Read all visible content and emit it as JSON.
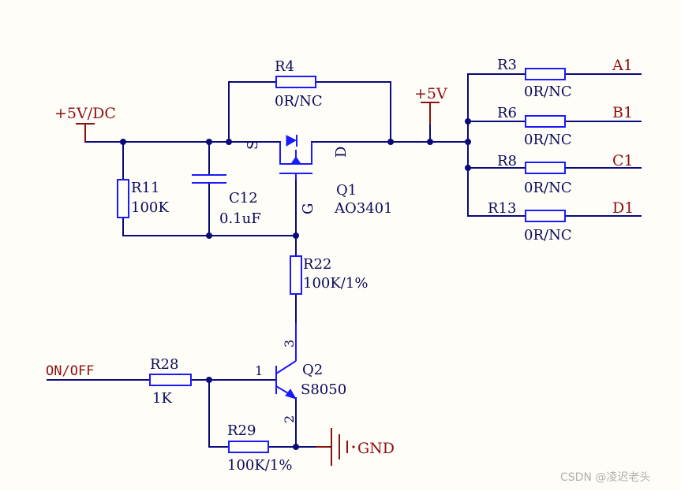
{
  "nets": {
    "vin": "+5V/DC",
    "vout": "+5V",
    "gnd": "GND",
    "onoff": "ON/OFF",
    "a1": "A1",
    "b1": "B1",
    "c1": "C1",
    "d1": "D1"
  },
  "parts": {
    "r4": {
      "ref": "R4",
      "value": "0R/NC"
    },
    "r3": {
      "ref": "R3",
      "value": "0R/NC"
    },
    "r6": {
      "ref": "R6",
      "value": "0R/NC"
    },
    "r8": {
      "ref": "R8",
      "value": "0R/NC"
    },
    "r13": {
      "ref": "R13",
      "value": "0R/NC"
    },
    "r11": {
      "ref": "R11",
      "value": "100K"
    },
    "c12": {
      "ref": "C12",
      "value": "0.1uF"
    },
    "q1": {
      "ref": "Q1",
      "value": "AO3401",
      "pin_s": "S",
      "pin_d": "D",
      "pin_g": "G"
    },
    "r22": {
      "ref": "R22",
      "value": "100K/1%"
    },
    "q2": {
      "ref": "Q2",
      "value": "S8050",
      "pin_1": "1",
      "pin_2": "2",
      "pin_3": "3"
    },
    "r28": {
      "ref": "R28",
      "value": "1K"
    },
    "r29": {
      "ref": "R29",
      "value": "100K/1%"
    }
  },
  "watermark": "CSDN @凌迟老头",
  "colors": {
    "wire": "#0a0a7a",
    "component": "#1a1aff",
    "power": "#8b1010",
    "background": "#fffdf7"
  }
}
